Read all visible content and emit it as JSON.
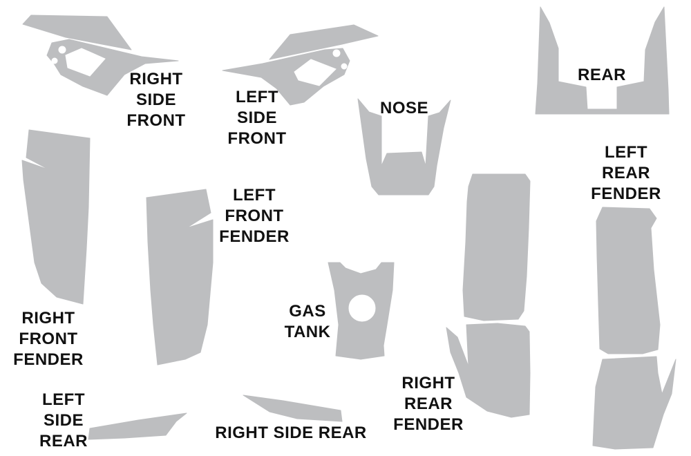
{
  "colors": {
    "part_fill": "#bdbec0",
    "text": "#111111",
    "background": "#ffffff"
  },
  "labels": {
    "right_side_front": [
      "RIGHT",
      "SIDE",
      "FRONT"
    ],
    "left_side_front": [
      "LEFT",
      "SIDE",
      "FRONT"
    ],
    "nose": [
      "NOSE"
    ],
    "rear": [
      "REAR"
    ],
    "left_rear_fender": [
      "LEFT",
      "REAR",
      "FENDER"
    ],
    "left_front_fender": [
      "LEFT",
      "FRONT",
      "FENDER"
    ],
    "gas_tank": [
      "GAS",
      "TANK"
    ],
    "right_front_fender": [
      "RIGHT",
      "FRONT",
      "FENDER"
    ],
    "right_rear_fender": [
      "RIGHT",
      "REAR",
      "FENDER"
    ],
    "left_side_rear": [
      "LEFT",
      "SIDE",
      "REAR"
    ],
    "right_side_rear": [
      "RIGHT SIDE REAR"
    ]
  }
}
